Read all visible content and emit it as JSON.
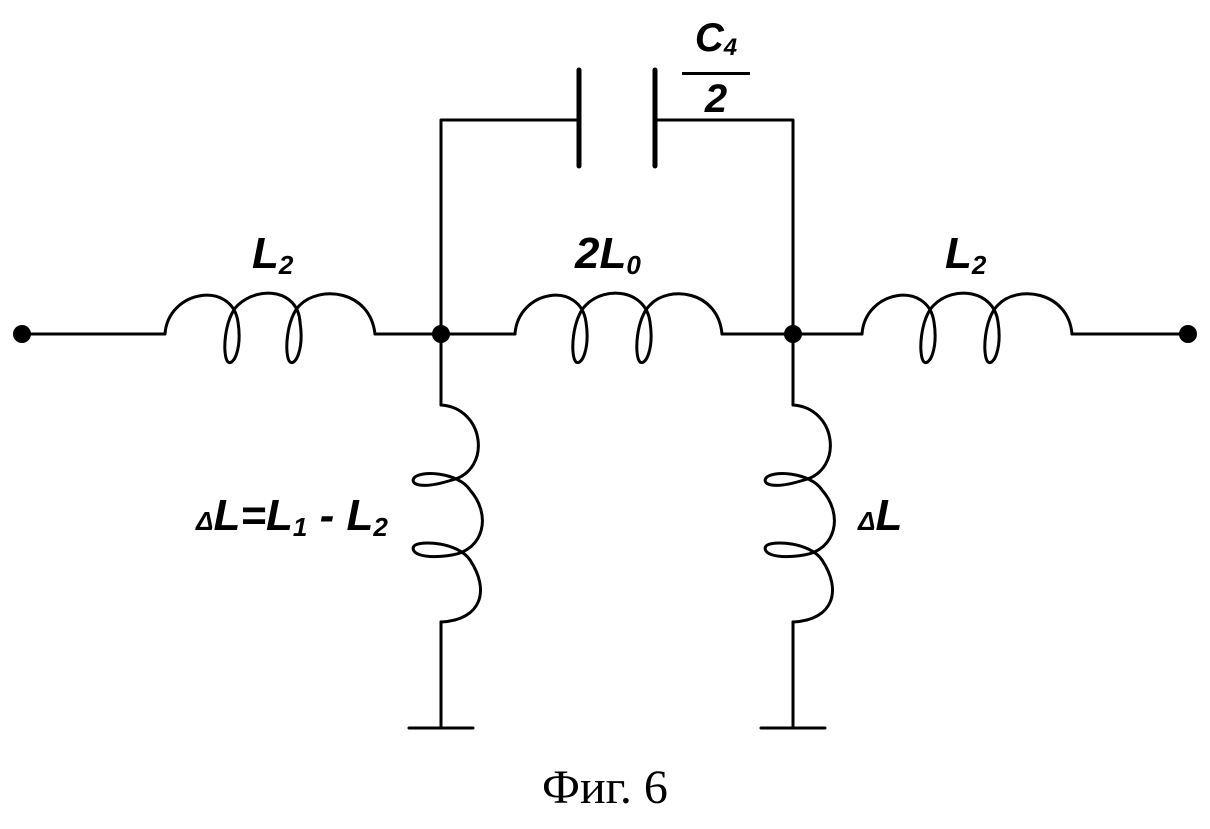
{
  "labels": {
    "series_left": {
      "main": "L",
      "sub": "2"
    },
    "series_middle": {
      "main": "2L",
      "sub": "0"
    },
    "series_right": {
      "main": "L",
      "sub": "2"
    },
    "shunt_left": {
      "delta": "Δ",
      "main": "L=L",
      "sub1": "1",
      "mid": " - L",
      "sub2": "2"
    },
    "shunt_right": {
      "delta": "Δ",
      "main": "L"
    },
    "capacitor": {
      "numerator": "C",
      "numerator_sub": "4",
      "denominator": "2"
    }
  },
  "caption": "Фиг. 6"
}
